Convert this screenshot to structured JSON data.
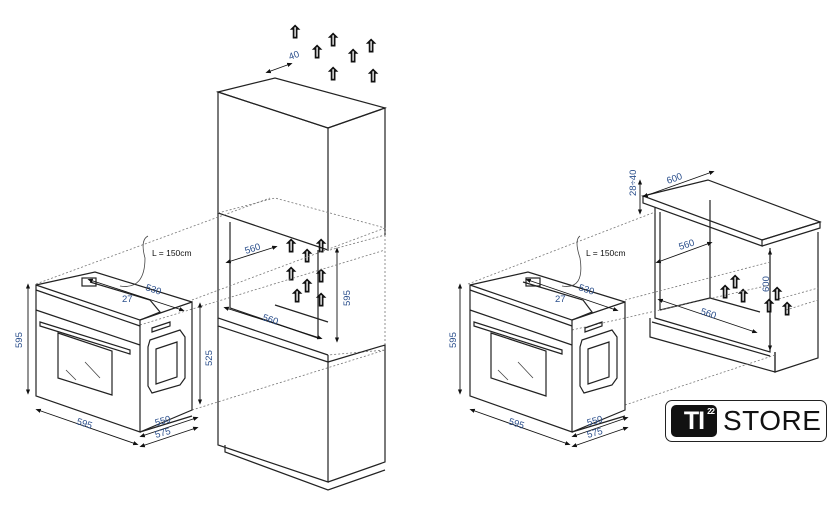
{
  "left_install": {
    "vent_gap": "40",
    "cavity_depth": "560",
    "cavity_height": "595",
    "cavity_width": "560",
    "cable_length": "L = 150cm",
    "oven_depth_top": "530",
    "front_offset": "27",
    "oven_height": "595",
    "oven_body_height": "525",
    "oven_width": "595",
    "oven_depth": "550",
    "oven_total_depth": "575"
  },
  "right_install": {
    "worktop_gap": "28÷40",
    "worktop_depth": "600",
    "cavity_depth": "560",
    "cavity_height": "600",
    "cavity_width": "560",
    "cable_length": "L = 150cm",
    "oven_depth_top": "530",
    "front_offset": "27",
    "oven_height": "595",
    "oven_width": "595",
    "oven_depth": "550",
    "oven_total_depth": "575"
  },
  "logo": {
    "mark": "TI",
    "superscript": "22",
    "name": "STORE"
  }
}
